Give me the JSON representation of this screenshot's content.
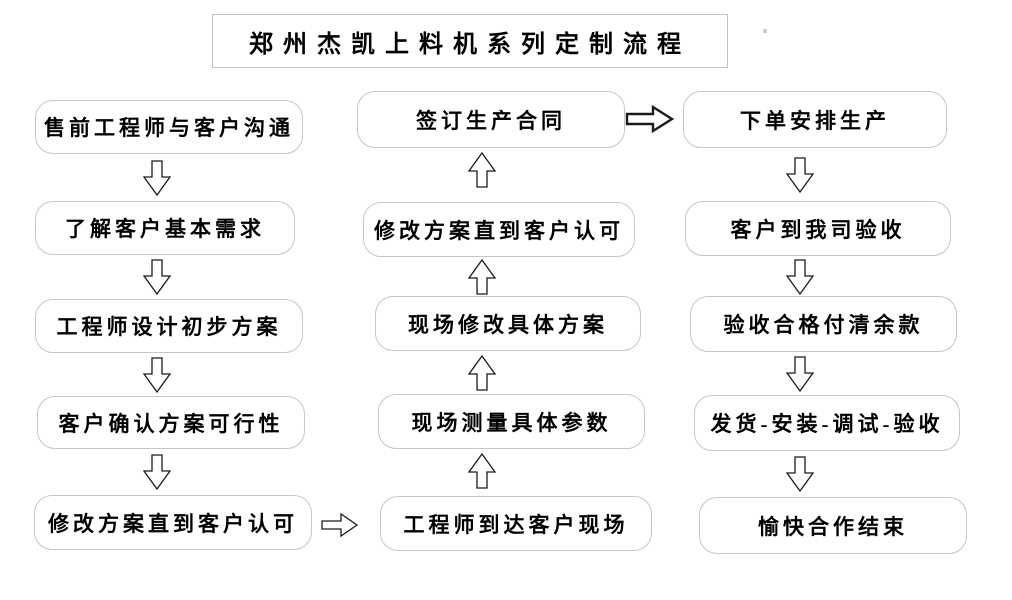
{
  "title": "郑州杰凯上料机系列定制流程",
  "flow": {
    "left": [
      "售前工程师与客户沟通",
      "了解客户基本需求",
      "工程师设计初步方案",
      "客户确认方案可行性",
      "修改方案直到客户认可"
    ],
    "middle": [
      "签订生产合同",
      "修改方案直到客户认可",
      "现场修改具体方案",
      "现场测量具体参数",
      "工程师到达客户现场"
    ],
    "right": [
      "下单安排生产",
      "客户到我司验收",
      "验收合格付清余款",
      "发货-安装-调试-验收",
      "愉快合作结束"
    ]
  },
  "colors": {
    "background": "#ffffff",
    "box_border": "#c6c6c6",
    "text": "#000000",
    "arrow_outline": "#1a1a1a"
  }
}
